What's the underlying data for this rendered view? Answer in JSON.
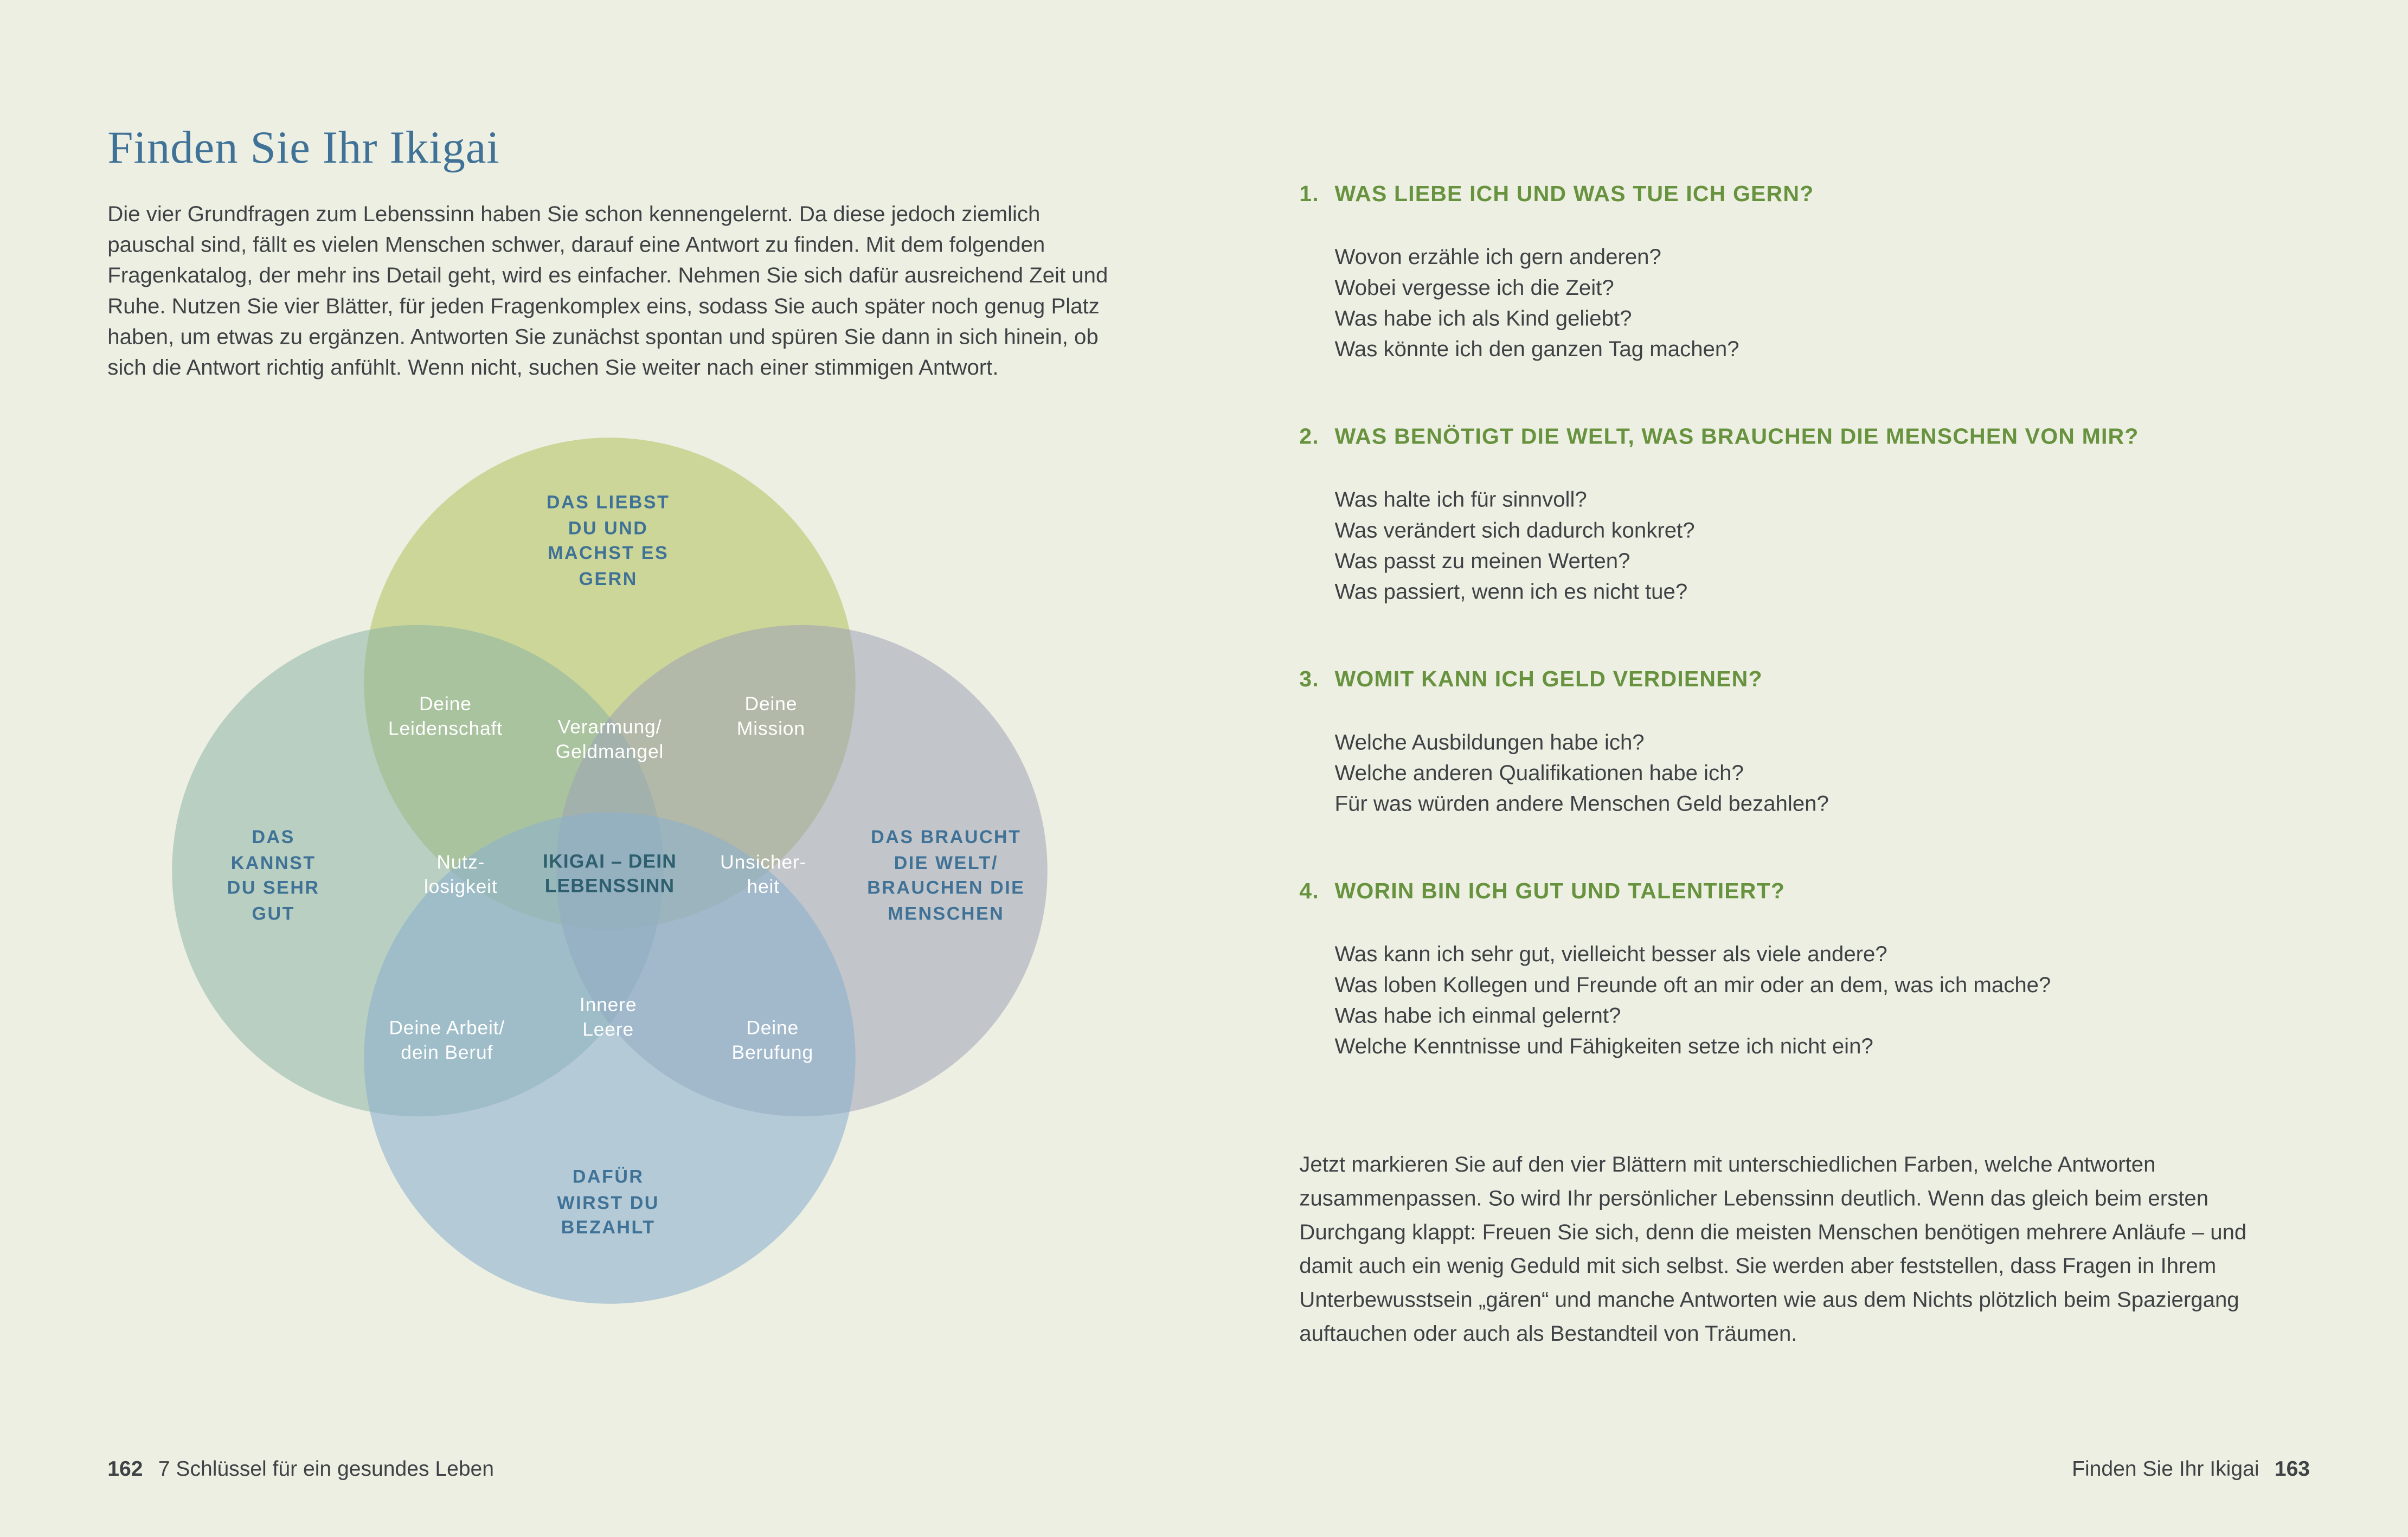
{
  "colors": {
    "background": "#edefe3",
    "title_blue": "#3f7296",
    "heading_green": "#67923e",
    "body_text": "#3f4245",
    "diagram_label_blue": "#3f7296",
    "region_label_white": "#ffffff",
    "ikigai_label": "#2d5f6e",
    "circle_love": "#b8c76a",
    "circle_good_at": "#8db5a5",
    "circle_world_needs": "#9ea3b7",
    "circle_paid_for": "#8bafcd"
  },
  "left_page": {
    "title": "Finden Sie Ihr Ikigai",
    "intro": "Die vier Grundfragen zum Lebenssinn haben Sie schon kennengelernt. Da diese jedoch ziemlich pauschal sind, fällt es vielen Menschen schwer, darauf eine Antwort zu finden. Mit dem folgenden Fragenkatalog, der mehr ins Detail geht, wird es einfacher. Nehmen Sie sich dafür ausreichend Zeit und Ruhe. Nutzen Sie vier Blätter, für jeden Fragenkomplex eins, sodass Sie auch später noch genug Platz haben, um etwas zu ergänzen. Antworten Sie zunächst spontan und spüren Sie dann in sich hinein, ob sich die Antwort richtig anfühlt. Wenn nicht, suchen Sie weiter nach einer stimmigen Antwort.",
    "footer_page_number": "162",
    "footer_text": "7 Schlüssel für ein gesundes Leben"
  },
  "diagram": {
    "circle_labels": {
      "love": "DAS LIEBST\nDU UND\nMACHST ES\nGERN",
      "good_at": "DAS\nKANNST\nDU SEHR\nGUT",
      "world_needs": "DAS BRAUCHT\nDIE WELT/\nBRAUCHEN DIE\nMENSCHEN",
      "paid_for": "DAFÜR\nWIRST DU\nBEZAHLT"
    },
    "regions": {
      "passion": "Deine\nLeidenschaft",
      "mission": "Deine\nMission",
      "poverty": "Verarmung/\nGeldmangel",
      "uselessness": "Nutz-\nlosigkeit",
      "uncertainty": "Unsicher-\nheit",
      "center": "IKIGAI – DEIN\nLEBENSSINN",
      "profession": "Deine Arbeit/\ndein Beruf",
      "inner_emptiness": "Innere\nLeere",
      "vocation": "Deine\nBerufung"
    }
  },
  "right_page": {
    "sections": [
      {
        "number": "1.",
        "title": "WAS LIEBE ICH UND WAS TUE ICH GERN?",
        "items": [
          "Wovon erzähle ich gern anderen?",
          "Wobei vergesse ich die Zeit?",
          "Was habe ich als Kind geliebt?",
          "Was könnte ich den ganzen Tag machen?"
        ]
      },
      {
        "number": "2.",
        "title": "WAS BENÖTIGT DIE WELT, WAS BRAUCHEN DIE MENSCHEN VON MIR?",
        "items": [
          "Was halte ich für sinnvoll?",
          "Was verändert sich dadurch konkret?",
          "Was passt zu meinen Werten?",
          "Was passiert, wenn ich es nicht tue?"
        ]
      },
      {
        "number": "3.",
        "title": "WOMIT KANN ICH GELD VERDIENEN?",
        "items": [
          "Welche Ausbildungen habe ich?",
          "Welche anderen Qualifikationen habe ich?",
          "Für was würden andere Menschen Geld bezahlen?"
        ]
      },
      {
        "number": "4.",
        "title": "WORIN BIN ICH GUT UND TALENTIERT?",
        "items": [
          "Was kann ich sehr gut, vielleicht besser als viele andere?",
          "Was loben Kollegen und Freunde oft an mir oder an dem, was ich mache?",
          "Was habe ich einmal gelernt?",
          "Welche Kenntnisse und Fähigkeiten setze ich nicht ein?"
        ]
      }
    ],
    "closing": "Jetzt markieren Sie auf den vier Blättern mit unterschiedlichen Farben, welche Antworten zusammenpassen. So wird Ihr persönlicher Lebenssinn deutlich. Wenn das gleich beim ersten Durchgang klappt: Freuen Sie sich, denn die meisten Menschen benötigen mehrere Anläufe – und damit auch ein wenig Geduld mit sich selbst. Sie werden aber feststellen, dass Fragen in Ihrem Unterbewusstsein „gären“ und manche Antworten wie aus dem Nichts plötzlich beim Spaziergang auftauchen oder auch als Bestandteil von Träumen.",
    "footer_text": "Finden Sie Ihr Ikigai",
    "footer_page_number": "163"
  }
}
